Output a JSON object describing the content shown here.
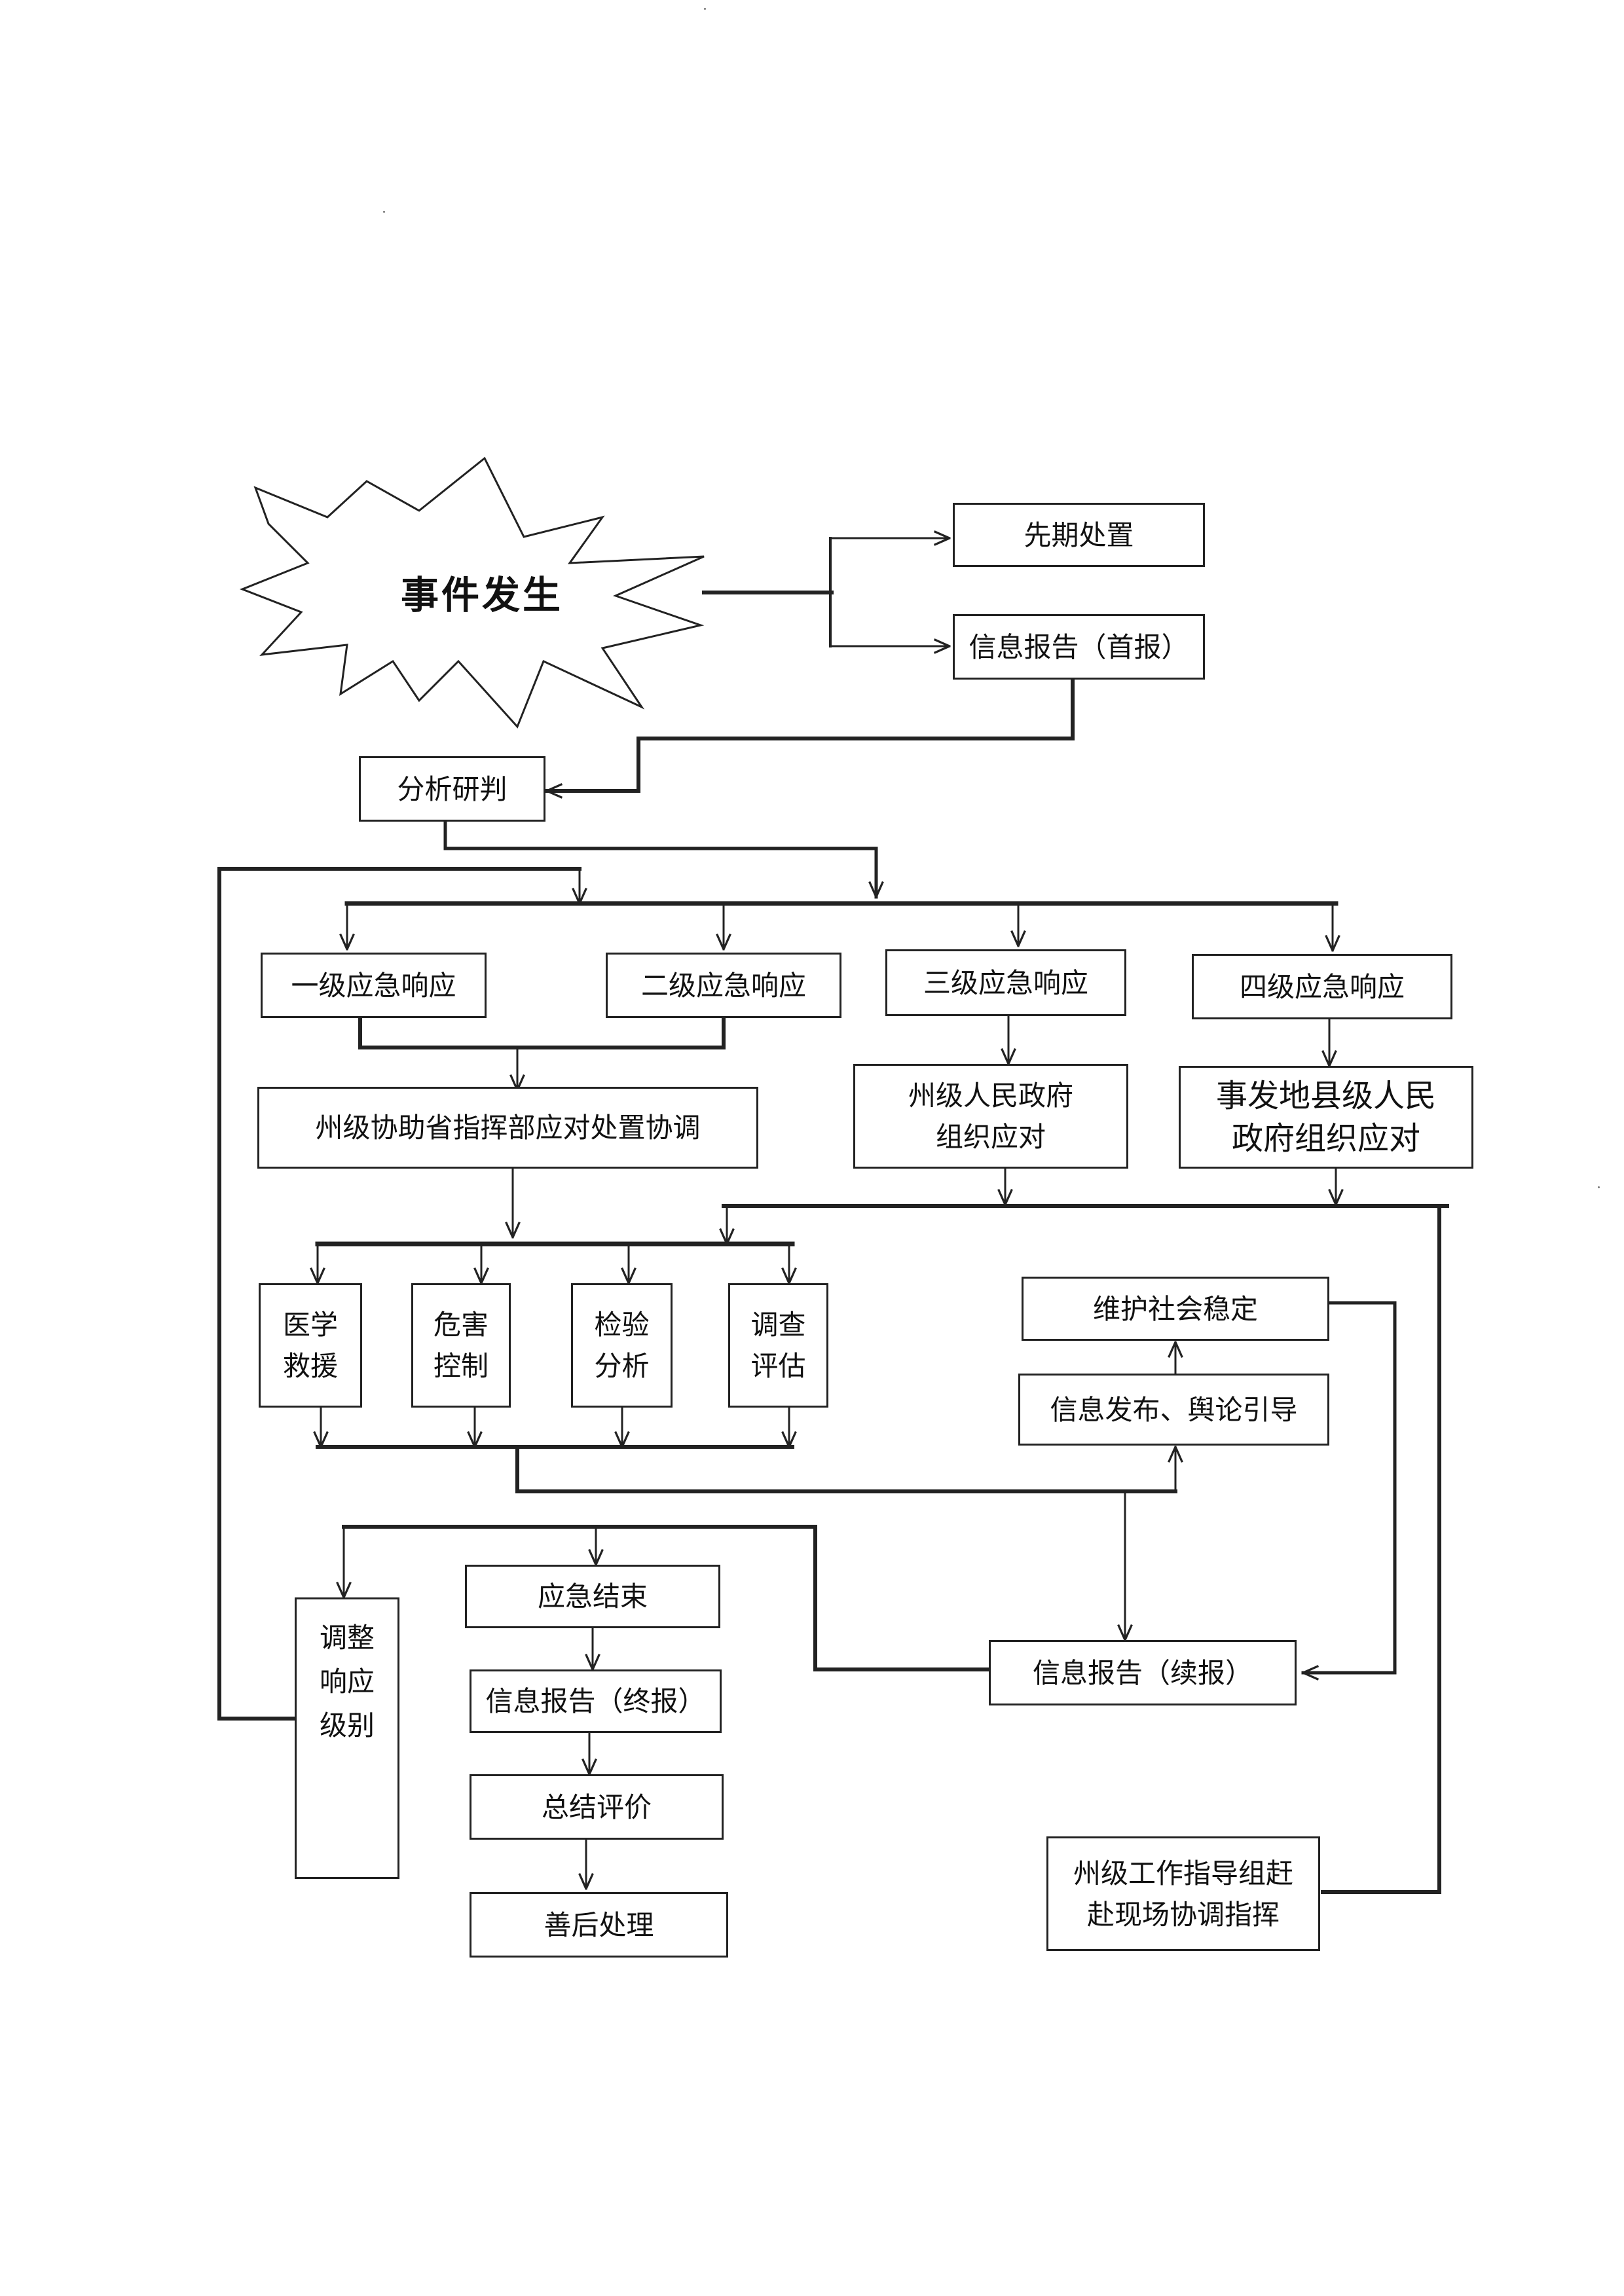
{
  "start": "事件发生",
  "nodes": {
    "initial_response": "先期处置",
    "first_report": "信息报告（首报）",
    "analysis": "分析研判",
    "level1": "一级应急响应",
    "level2": "二级应急响应",
    "level3": "三级应急响应",
    "level4": "四级应急响应",
    "prefecture_assist_line1": "州级协助省指挥部应对处置协调",
    "prefecture_gov_line1": "州级人民政府",
    "prefecture_gov_line2": "组织应对",
    "county_gov_line1": "事发地县级人民",
    "county_gov_line2": "政府组织应对",
    "medical_1": "医学",
    "medical_2": "救援",
    "hazard_1": "危害",
    "hazard_2": "控制",
    "testing_1": "检验",
    "testing_2": "分析",
    "investigation_1": "调查",
    "investigation_2": "评估",
    "stability": "维护社会稳定",
    "publicity": "信息发布、舆论引导",
    "end_response": "应急结束",
    "final_report": "信息报告（终报）",
    "follow_report": "信息报告（续报）",
    "adjust_1": "调整",
    "adjust_2": "响应",
    "adjust_3": "级别",
    "summary": "总结评价",
    "aftermath": "善后处理",
    "guidance_line1": "州级工作指导组赶",
    "guidance_line2": "赴现场协调指挥"
  }
}
